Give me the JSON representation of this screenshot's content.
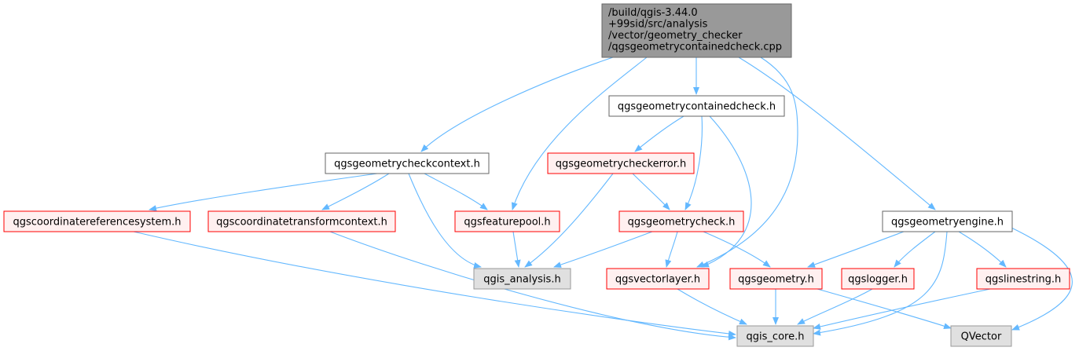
{
  "colors": {
    "edge": "#63b8ff",
    "root_fill": "#999999",
    "root_border": "#666666",
    "plain_fill": "#ffffff",
    "plain_border": "#666666",
    "error_fill": "#fff0f0",
    "error_border": "#ff0000",
    "system_fill": "#e0e0e0",
    "system_border": "#999999"
  },
  "nodes": [
    {
      "id": "root",
      "style": "root",
      "lines": [
        "/build/qgis-3.44.0",
        "+99sid/src/analysis",
        "/vector/geometry_checker",
        "/qgsgeometrycontainedcheck.cpp"
      ]
    },
    {
      "id": "containedcheck_h",
      "style": "plain",
      "lines": [
        "qgsgeometrycontainedcheck.h"
      ]
    },
    {
      "id": "checkcontext_h",
      "style": "plain",
      "lines": [
        "qgsgeometrycheckcontext.h"
      ]
    },
    {
      "id": "checkerror_h",
      "style": "error",
      "lines": [
        "qgsgeometrycheckerror.h"
      ]
    },
    {
      "id": "crs_h",
      "style": "error",
      "lines": [
        "qgscoordinatereferencesystem.h"
      ]
    },
    {
      "id": "ctc_h",
      "style": "error",
      "lines": [
        "qgscoordinatetransformcontext.h"
      ]
    },
    {
      "id": "featurepool_h",
      "style": "error",
      "lines": [
        "qgsfeaturepool.h"
      ]
    },
    {
      "id": "check_h",
      "style": "error",
      "lines": [
        "qgsgeometrycheck.h"
      ]
    },
    {
      "id": "engine_h",
      "style": "plain",
      "lines": [
        "qgsgeometryengine.h"
      ]
    },
    {
      "id": "analysis_h",
      "style": "system",
      "lines": [
        "qgis_analysis.h"
      ]
    },
    {
      "id": "vectorlayer_h",
      "style": "error",
      "lines": [
        "qgsvectorlayer.h"
      ]
    },
    {
      "id": "geometry_h",
      "style": "error",
      "lines": [
        "qgsgeometry.h"
      ]
    },
    {
      "id": "logger_h",
      "style": "error",
      "lines": [
        "qgslogger.h"
      ]
    },
    {
      "id": "linestring_h",
      "style": "error",
      "lines": [
        "qgslinestring.h"
      ]
    },
    {
      "id": "core_h",
      "style": "system",
      "lines": [
        "qgis_core.h"
      ]
    },
    {
      "id": "qvector",
      "style": "system",
      "lines": [
        "QVector"
      ]
    }
  ],
  "edges": [
    {
      "from": "root",
      "to": "checkcontext_h"
    },
    {
      "from": "root",
      "to": "featurepool_h"
    },
    {
      "from": "root",
      "to": "containedcheck_h"
    },
    {
      "from": "root",
      "to": "vectorlayer_h"
    },
    {
      "from": "root",
      "to": "engine_h"
    },
    {
      "from": "containedcheck_h",
      "to": "checkerror_h"
    },
    {
      "from": "containedcheck_h",
      "to": "check_h"
    },
    {
      "from": "containedcheck_h",
      "to": "vectorlayer_h"
    },
    {
      "from": "checkcontext_h",
      "to": "crs_h"
    },
    {
      "from": "checkcontext_h",
      "to": "ctc_h"
    },
    {
      "from": "checkcontext_h",
      "to": "featurepool_h"
    },
    {
      "from": "checkcontext_h",
      "to": "analysis_h"
    },
    {
      "from": "checkerror_h",
      "to": "analysis_h"
    },
    {
      "from": "checkerror_h",
      "to": "check_h"
    },
    {
      "from": "featurepool_h",
      "to": "analysis_h"
    },
    {
      "from": "check_h",
      "to": "analysis_h"
    },
    {
      "from": "check_h",
      "to": "vectorlayer_h"
    },
    {
      "from": "check_h",
      "to": "geometry_h"
    },
    {
      "from": "engine_h",
      "to": "geometry_h"
    },
    {
      "from": "engine_h",
      "to": "logger_h"
    },
    {
      "from": "engine_h",
      "to": "linestring_h"
    },
    {
      "from": "engine_h",
      "to": "core_h"
    },
    {
      "from": "engine_h",
      "to": "qvector"
    },
    {
      "from": "crs_h",
      "to": "core_h"
    },
    {
      "from": "ctc_h",
      "to": "core_h"
    },
    {
      "from": "vectorlayer_h",
      "to": "core_h"
    },
    {
      "from": "geometry_h",
      "to": "core_h"
    },
    {
      "from": "geometry_h",
      "to": "qvector"
    },
    {
      "from": "logger_h",
      "to": "core_h"
    },
    {
      "from": "linestring_h",
      "to": "core_h"
    }
  ]
}
